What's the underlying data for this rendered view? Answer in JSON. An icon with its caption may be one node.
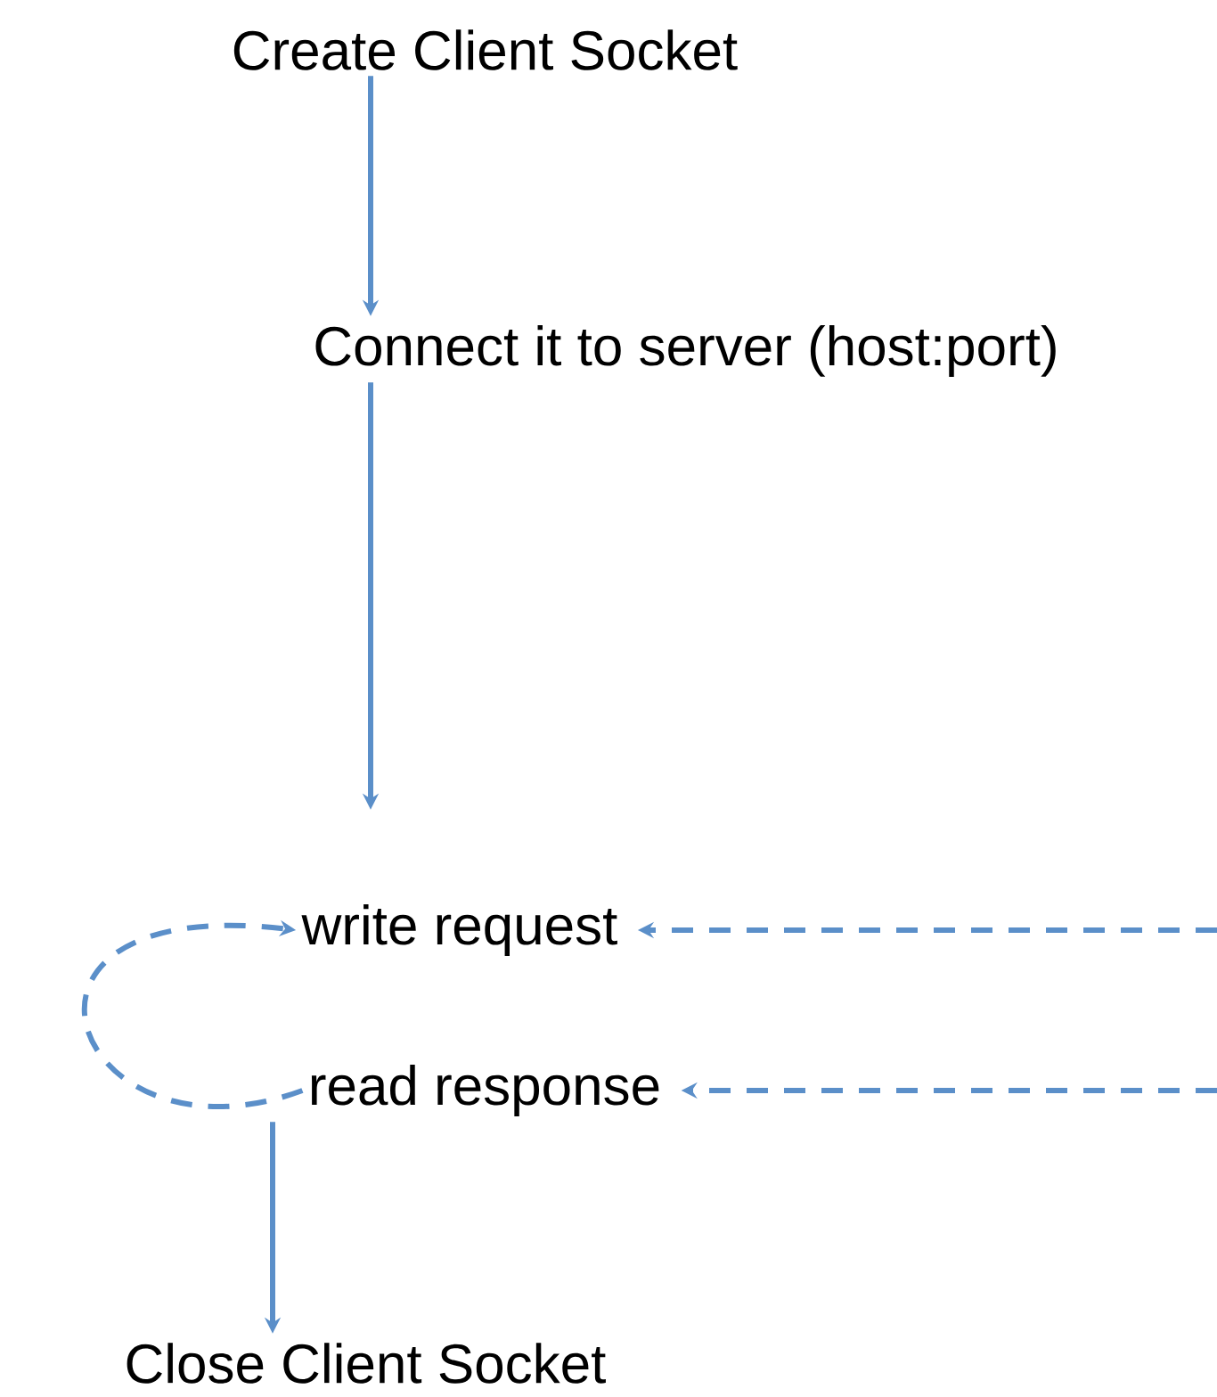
{
  "diagram": {
    "nodes": [
      {
        "text": [
          "Create Client Socket"
        ]
      },
      {
        "text": [
          "Connect it to server (host:port)"
        ]
      },
      {
        "text": [
          "write request"
        ]
      },
      {
        "text": [
          "read response"
        ]
      },
      {
        "text": [
          "Close Client Socket"
        ]
      }
    ],
    "edges": [
      {
        "from": 0,
        "to": 1,
        "arrow": "to"
      },
      {
        "from": 1,
        "to": 2,
        "arrow": "to"
      },
      {
        "from": 3,
        "to": 2,
        "arrow": "to",
        "style": "dashed"
      },
      {
        "from": null,
        "to": 2,
        "arrow": "to",
        "style": "dashed"
      },
      {
        "from": null,
        "to": 3,
        "arrow": "to",
        "style": "dashed"
      },
      {
        "from": 3,
        "to": 4,
        "arrow": "to"
      }
    ]
  }
}
